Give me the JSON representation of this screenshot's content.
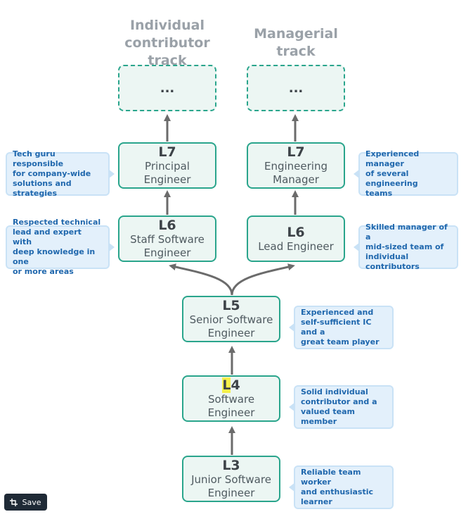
{
  "headers": {
    "ic_track": "Individual\ncontributor track",
    "managerial_track": "Managerial track"
  },
  "nodes": {
    "ic_more": "...",
    "mgr_more": "...",
    "l7_ic": {
      "level": "L7",
      "title": "Principal\nEngineer"
    },
    "l7_mgr": {
      "level": "L7",
      "title": "Engineering\nManager"
    },
    "l6_ic": {
      "level": "L6",
      "title": "Staff Software\nEngineer"
    },
    "l6_mgr": {
      "level": "L6",
      "title": "Lead Engineer"
    },
    "l5": {
      "level": "L5",
      "title": "Senior Software\nEngineer"
    },
    "l4": {
      "level_prefix": "L",
      "level_rest": "4",
      "title": "Software\nEngineer"
    },
    "l3": {
      "level": "L3",
      "title": "Junior Software\nEngineer"
    }
  },
  "callouts": {
    "l7_ic": "Tech guru responsible\nfor company-wide\nsolutions and\nstrategies",
    "l7_mgr": "Experienced manager\nof several engineering\nteams",
    "l6_ic": "Respected technical\nlead and expert with\ndeep knowledge in one\nor more areas",
    "l6_mgr": "Skilled manager of a\nmid-sized team of\nindividual contributors",
    "l5": "Experienced and\nself-sufficient IC and a\ngreat team player",
    "l4": "Solid individual\ncontributor and a\nvalued team member",
    "l3": "Reliable team worker\nand enthusiastic\nlearner"
  },
  "save_button": {
    "label": "Save",
    "icon": "crop-icon"
  },
  "colors": {
    "node_border": "#2aa58c",
    "node_fill": "#ecf6f3",
    "callout_fill": "#e3f0fb",
    "callout_text": "#1f67ad",
    "arrow": "#6b6b6b"
  }
}
